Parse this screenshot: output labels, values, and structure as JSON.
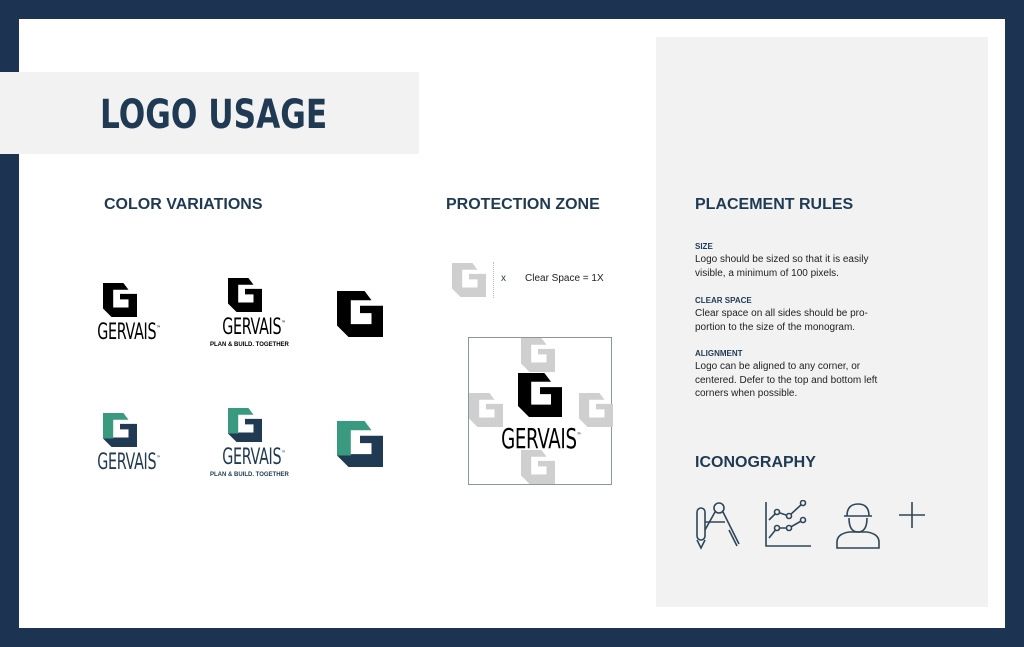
{
  "title": "LOGO USAGE",
  "sections": {
    "color": "COLOR VARIATIONS",
    "protection": "PROTECTION ZONE",
    "placement": "PLACEMENT RULES",
    "iconography": "ICONOGRAPHY"
  },
  "logo": {
    "wordmark": "GERVAIS",
    "tm": "™",
    "tagline": "PLAN & BUILD. TOGETHER"
  },
  "colors": {
    "navy": "#1f3a52",
    "teal": "#3a9a80",
    "black": "#000000",
    "gray": "#cfcfcf"
  },
  "protection": {
    "x_label": "x",
    "clear_space": "Clear Space = 1X"
  },
  "rules": [
    {
      "heading": "SIZE",
      "text": "Logo should be sized so that it is easily visible, a minimum of 100 pixels."
    },
    {
      "heading": "CLEAR SPACE",
      "text": "Clear space on all sides should be pro-portion to the size of the monogram."
    },
    {
      "heading": "ALIGNMENT",
      "text": "Logo can be aligned to any corner, or centered. Defer to the top and bottom left corners when possible."
    }
  ],
  "icons": [
    "drafting-compass-icon",
    "line-chart-icon",
    "construction-worker-icon",
    "plus-icon"
  ]
}
